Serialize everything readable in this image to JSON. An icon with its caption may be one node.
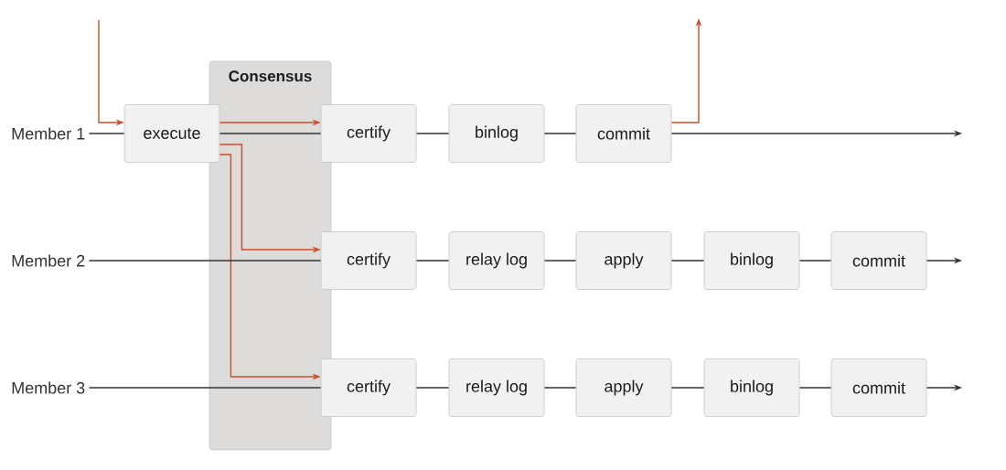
{
  "diagram": {
    "nodes": [
      {
        "text": [
          "Member 1"
        ]
      },
      {
        "text": [
          "execute"
        ]
      },
      {
        "text": [
          "certify"
        ]
      },
      {
        "text": [
          "binlog"
        ]
      },
      {
        "text": [
          "commit"
        ]
      },
      {
        "text": [
          "Member 2"
        ]
      },
      {
        "text": [
          "certify"
        ]
      },
      {
        "text": [
          "relay log"
        ]
      },
      {
        "text": [
          "apply"
        ]
      },
      {
        "text": [
          "binlog"
        ]
      },
      {
        "text": [
          "commit"
        ]
      },
      {
        "text": [
          "Member 3"
        ]
      },
      {
        "text": [
          "certify"
        ]
      },
      {
        "text": [
          "relay log"
        ]
      },
      {
        "text": [
          "apply"
        ]
      },
      {
        "text": [
          "binlog"
        ]
      },
      {
        "text": [
          "commit"
        ]
      }
    ],
    "edges": [
      {
        "from": null,
        "to": 1,
        "arrow": "to",
        "color": "#c4502c"
      },
      {
        "from": 0,
        "to": 1,
        "arrow": "none"
      },
      {
        "from": 1,
        "to": 2,
        "arrow": "none"
      },
      {
        "from": 1,
        "to": 2,
        "arrow": "to",
        "color": "#c4502c"
      },
      {
        "from": 2,
        "to": 3,
        "arrow": "none"
      },
      {
        "from": 3,
        "to": 4,
        "arrow": "none"
      },
      {
        "from": 4,
        "to": null,
        "arrow": "to"
      },
      {
        "from": 4,
        "to": null,
        "arrow": "to",
        "color": "#c4502c"
      },
      {
        "from": 1,
        "to": 6,
        "arrow": "to",
        "color": "#c4502c"
      },
      {
        "from": 1,
        "to": 12,
        "arrow": "to",
        "color": "#c4502c"
      },
      {
        "from": 5,
        "to": 6,
        "arrow": "none"
      },
      {
        "from": 6,
        "to": 7,
        "arrow": "none"
      },
      {
        "from": 7,
        "to": 8,
        "arrow": "none"
      },
      {
        "from": 8,
        "to": 9,
        "arrow": "none"
      },
      {
        "from": 9,
        "to": 10,
        "arrow": "none"
      },
      {
        "from": 10,
        "to": null,
        "arrow": "to"
      },
      {
        "from": 11,
        "to": 12,
        "arrow": "none"
      },
      {
        "from": 12,
        "to": 13,
        "arrow": "none"
      },
      {
        "from": 13,
        "to": 14,
        "arrow": "none"
      },
      {
        "from": 14,
        "to": 15,
        "arrow": "none"
      },
      {
        "from": 15,
        "to": 16,
        "arrow": "none"
      },
      {
        "from": 16,
        "to": null,
        "arrow": "to"
      }
    ],
    "labels": [
      "Consensus"
    ]
  }
}
